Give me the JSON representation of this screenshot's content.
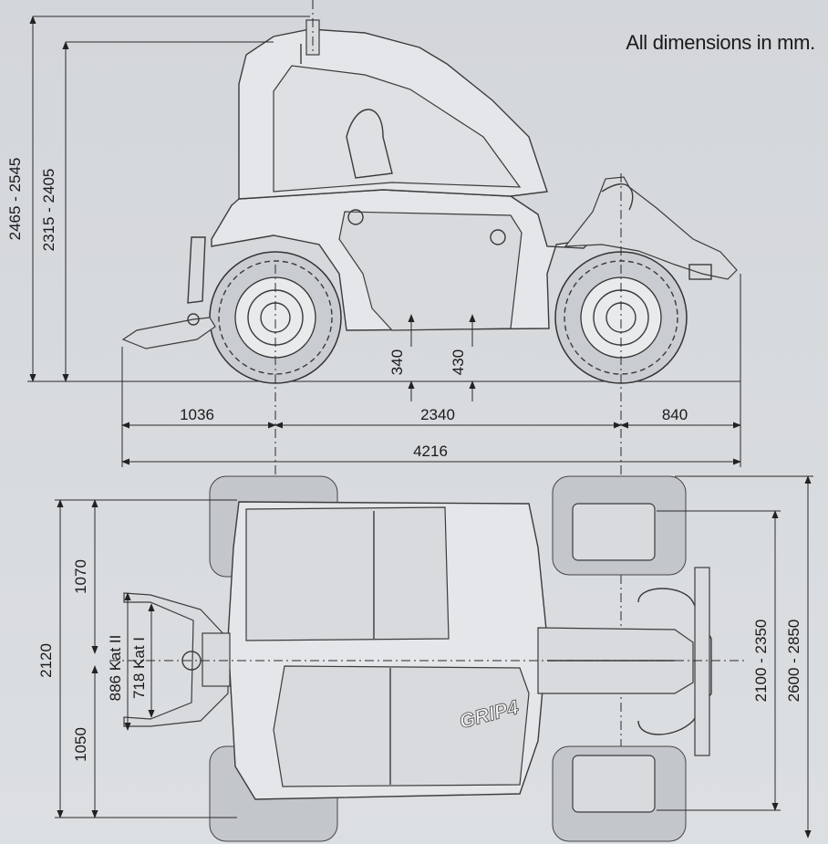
{
  "note": "All dimensions in mm.",
  "dimensions": {
    "overall_height": "2465 - 2545",
    "cab_height": "2315 - 2405",
    "ground_clearance_1": "340",
    "ground_clearance_2": "430",
    "front_overhang": "1036",
    "wheelbase": "2340",
    "rear_overhang": "840",
    "overall_length": "4216",
    "overall_width": "2120",
    "left_half_width": "1070",
    "right_half_width": "1050",
    "hitch_kat2": "886 Kat II",
    "hitch_kat1": "718 Kat I",
    "track_width": "2100 - 2350",
    "outer_width": "2600 - 2850"
  },
  "branding": "GRIP4"
}
